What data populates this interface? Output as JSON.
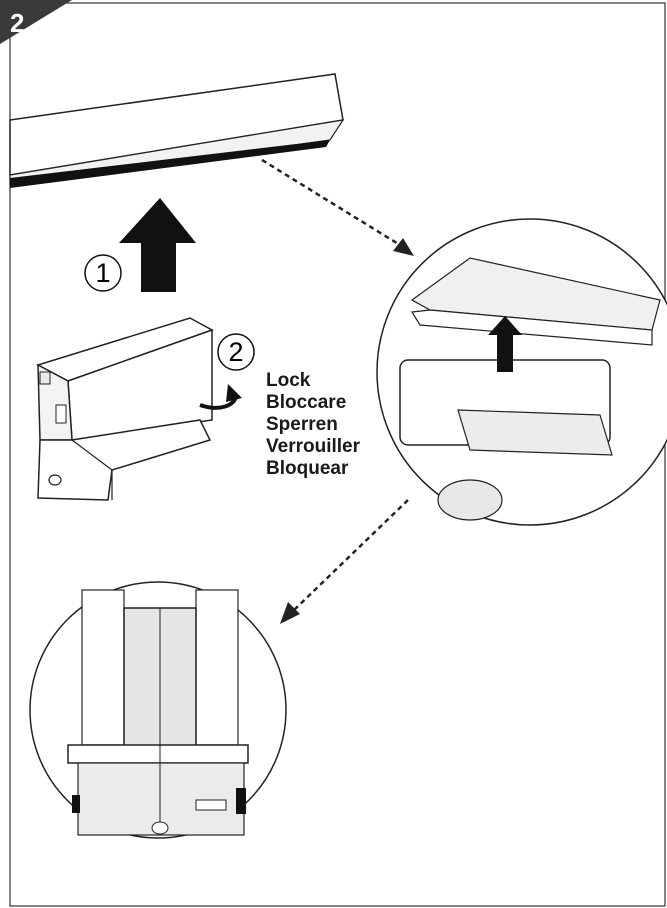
{
  "step": {
    "number": "2"
  },
  "callouts": [
    {
      "id": "1",
      "label": "1"
    },
    {
      "id": "2",
      "label": "2"
    }
  ],
  "lock_instruction": {
    "labels": [
      "Lock",
      "Bloccare",
      "Sperren",
      "Verrouiller",
      "Bloquear"
    ]
  }
}
